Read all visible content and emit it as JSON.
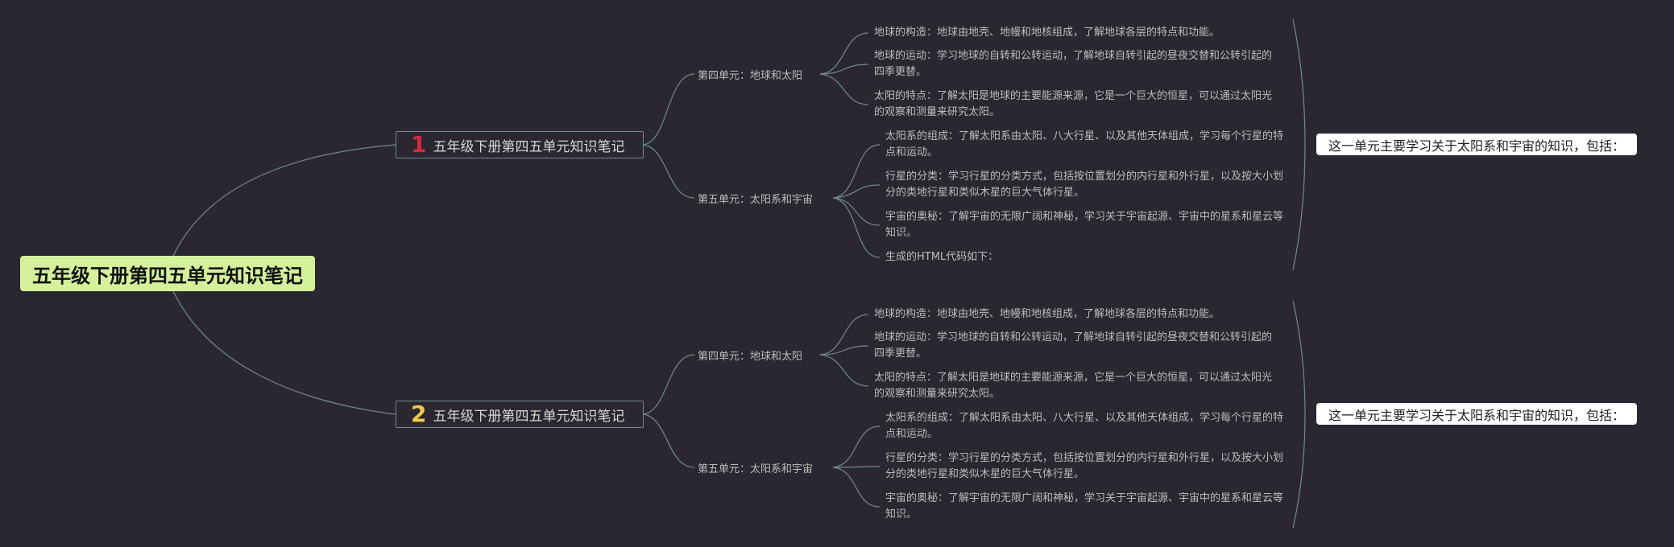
{
  "root": {
    "title": "五年级下册第四五单元知识笔记"
  },
  "branches": [
    {
      "number": "1",
      "number_color": "#d42a3e",
      "title": "五年级下册第四五单元知识笔记",
      "summary": "这一单元主要学习关于太阳系和宇宙的知识，包括：",
      "units": [
        {
          "title": "第四单元：地球和太阳",
          "items": [
            "地球的构造：地球由地壳、地幔和地核组成，了解地球各层的特点和功能。",
            "地球的运动：学习地球的自转和公转运动，了解地球自转引起的昼夜交替和公转引起的四季更替。",
            "太阳的特点：了解太阳是地球的主要能源来源，它是一个巨大的恒星，可以通过太阳光的观察和测量来研究太阳。"
          ]
        },
        {
          "title": "第五单元：太阳系和宇宙",
          "items": [
            "太阳系的组成：了解太阳系由太阳、八大行星、以及其他天体组成，学习每个行星的特点和运动。",
            "行星的分类：学习行星的分类方式，包括按位置划分的内行星和外行星，以及按大小划分的类地行星和类似木星的巨大气体行星。",
            "宇宙的奥秘：了解宇宙的无限广阔和神秘，学习关于宇宙起源、宇宙中的星系和星云等知识。",
            "生成的HTML代码如下："
          ]
        }
      ]
    },
    {
      "number": "2",
      "number_color": "#f2c94c",
      "title": "五年级下册第四五单元知识笔记",
      "summary": "这一单元主要学习关于太阳系和宇宙的知识，包括：",
      "units": [
        {
          "title": "第四单元：地球和太阳",
          "items": [
            "地球的构造：地球由地壳、地幔和地核组成，了解地球各层的特点和功能。",
            "地球的运动：学习地球的自转和公转运动，了解地球自转引起的昼夜交替和公转引起的四季更替。",
            "太阳的特点：了解太阳是地球的主要能源来源，它是一个巨大的恒星，可以通过太阳光的观察和测量来研究太阳。"
          ]
        },
        {
          "title": "第五单元：太阳系和宇宙",
          "items": [
            "太阳系的组成：了解太阳系由太阳、八大行星、以及其他天体组成，学习每个行星的特点和运动。",
            "行星的分类：学习行星的分类方式，包括按位置划分的内行星和外行星，以及按大小划分的类地行星和类似木星的巨大气体行星。",
            "宇宙的奥秘：了解宇宙的无限广阔和神秘，学习关于宇宙起源、宇宙中的星系和星云等知识。"
          ]
        }
      ]
    }
  ]
}
